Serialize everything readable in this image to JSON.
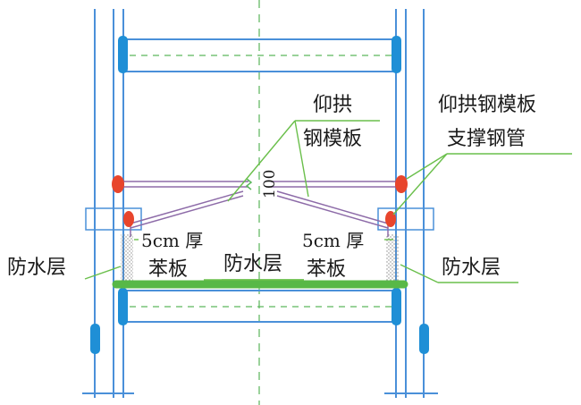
{
  "labels": {
    "arch_formwork_line1": "仰拱",
    "arch_formwork_line2": "钢模板",
    "arch_support_line1": "仰拱钢模板",
    "arch_support_line2": "支撑钢管",
    "dimension": "100",
    "board_thickness_left": "5cm 厚",
    "board_name_left": "苯板",
    "board_thickness_right": "5cm 厚",
    "board_name_right": "苯板",
    "waterproof_left": "防水层",
    "waterproof_center": "防水层",
    "waterproof_right": "防水层"
  },
  "colors": {
    "structure": "#4a90d9",
    "dashed": "#5cb85c",
    "axis": "#7ac47a",
    "leader": "#6abf4b",
    "clamp_red": "#e8452c",
    "clamp_blue": "#1f8fd6",
    "waterproof": "#58b847",
    "formwork": "#8d6ba8"
  }
}
